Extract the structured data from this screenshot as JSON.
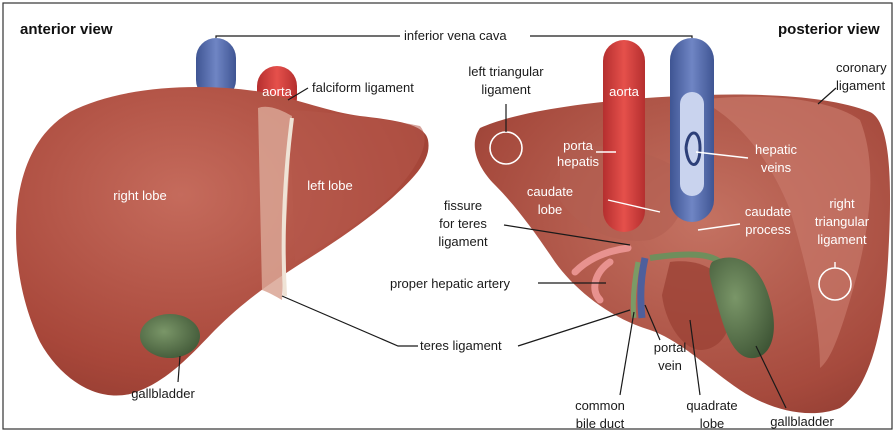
{
  "headers": {
    "anterior": "anterior view",
    "posterior": "posterior view"
  },
  "labels": {
    "ivc": "inferior vena cava",
    "aorta_left": "aorta",
    "falciform": "falciform ligament",
    "right_lobe": "right lobe",
    "left_lobe": "left lobe",
    "gallbladder_left": "gallbladder",
    "left_triangular": [
      "left triangular",
      "ligament"
    ],
    "aorta_right": "aorta",
    "coronary": [
      "coronary",
      "ligament"
    ],
    "porta_hepatis": [
      "porta",
      "hepatis"
    ],
    "hepatic_veins": [
      "hepatic",
      "veins"
    ],
    "caudate_lobe": [
      "caudate",
      "lobe"
    ],
    "caudate_process": [
      "caudate",
      "process"
    ],
    "right_triangular": [
      "right",
      "triangular",
      "ligament"
    ],
    "fissure": [
      "fissure",
      "for teres",
      "ligament"
    ],
    "proper_hepatic_artery": "proper hepatic artery",
    "teres": "teres ligament",
    "portal_vein": [
      "portal",
      "vein"
    ],
    "common_bile_duct": [
      "common",
      "bile duct"
    ],
    "quadrate_lobe": [
      "quadrate",
      "lobe"
    ],
    "gallbladder_right": "gallbladder"
  },
  "colors": {
    "liver": "#a8483b",
    "liver_light": "#c26a5c",
    "aorta": "#d8423f",
    "ivc": "#5a6fb0",
    "gallbladder": "#55704a",
    "ligament": "#e9d8c8"
  }
}
